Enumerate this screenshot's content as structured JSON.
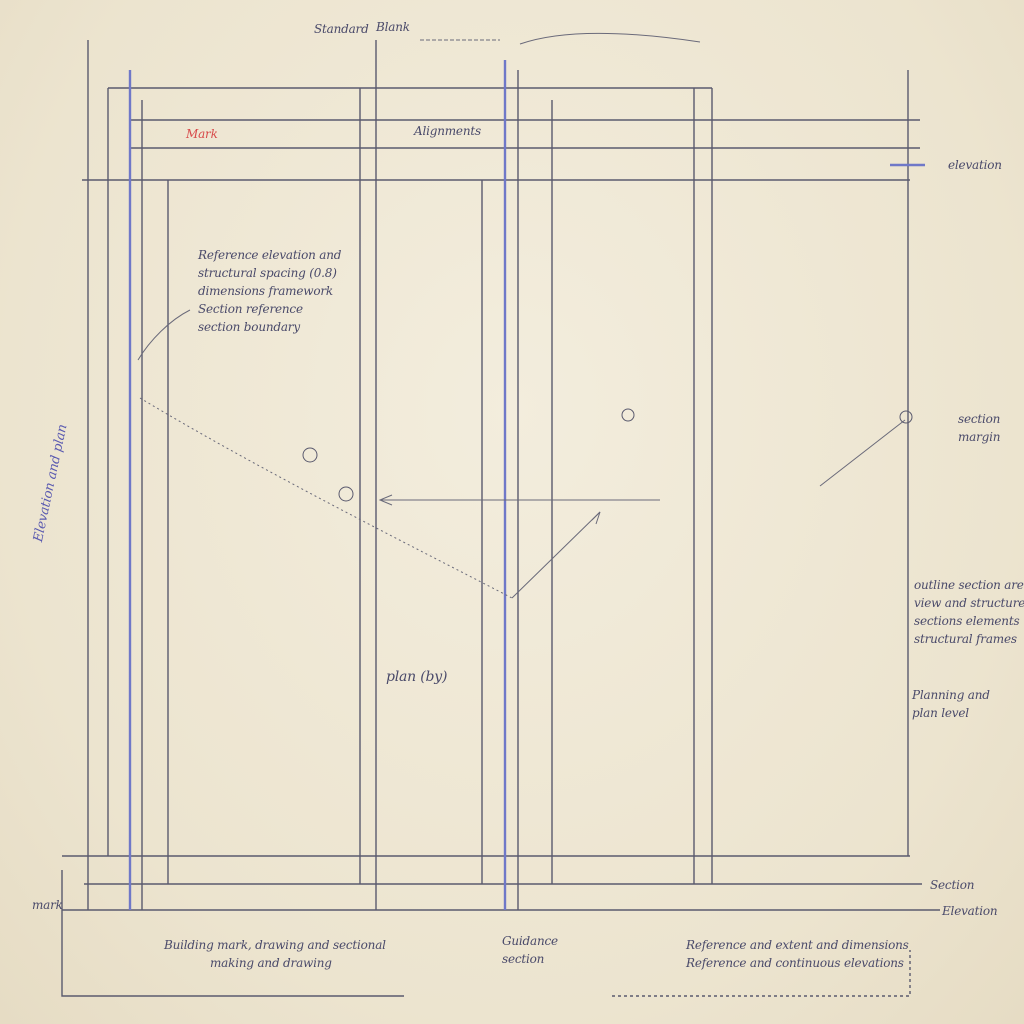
{
  "colors": {
    "paper": "#efe8d6",
    "ink": "#4a4a5a",
    "blue": "#6f78c8",
    "red": "#d84a4a"
  },
  "annotations": {
    "top_label_1": "Standard",
    "top_label_2": "Blank",
    "red_tag": "Mark",
    "header_center": "Alignments",
    "left_note": [
      "Reference elevation and",
      "structural spacing (0.8)",
      "dimensions framework",
      "Section reference",
      "section boundary"
    ],
    "right_top": "elevation",
    "right_mid": [
      "section",
      "margin"
    ],
    "right_block": [
      "outline section area",
      "view and structure",
      "sections elements",
      "structural frames"
    ],
    "right_low": [
      "Planning and",
      "plan level"
    ],
    "center_label": "plan (by)",
    "left_vertical": "Elevation and plan",
    "bottom_left_tag": "mark",
    "bottom_right_1": "Section",
    "bottom_right_2": "Elevation",
    "bottom_center": [
      "Guidance",
      "section"
    ],
    "bottom_left_note": [
      "Building mark, drawing and sectional",
      "making and drawing"
    ],
    "bottom_right_note": [
      "Reference and extent and dimensions",
      "Reference and continuous elevations"
    ]
  }
}
